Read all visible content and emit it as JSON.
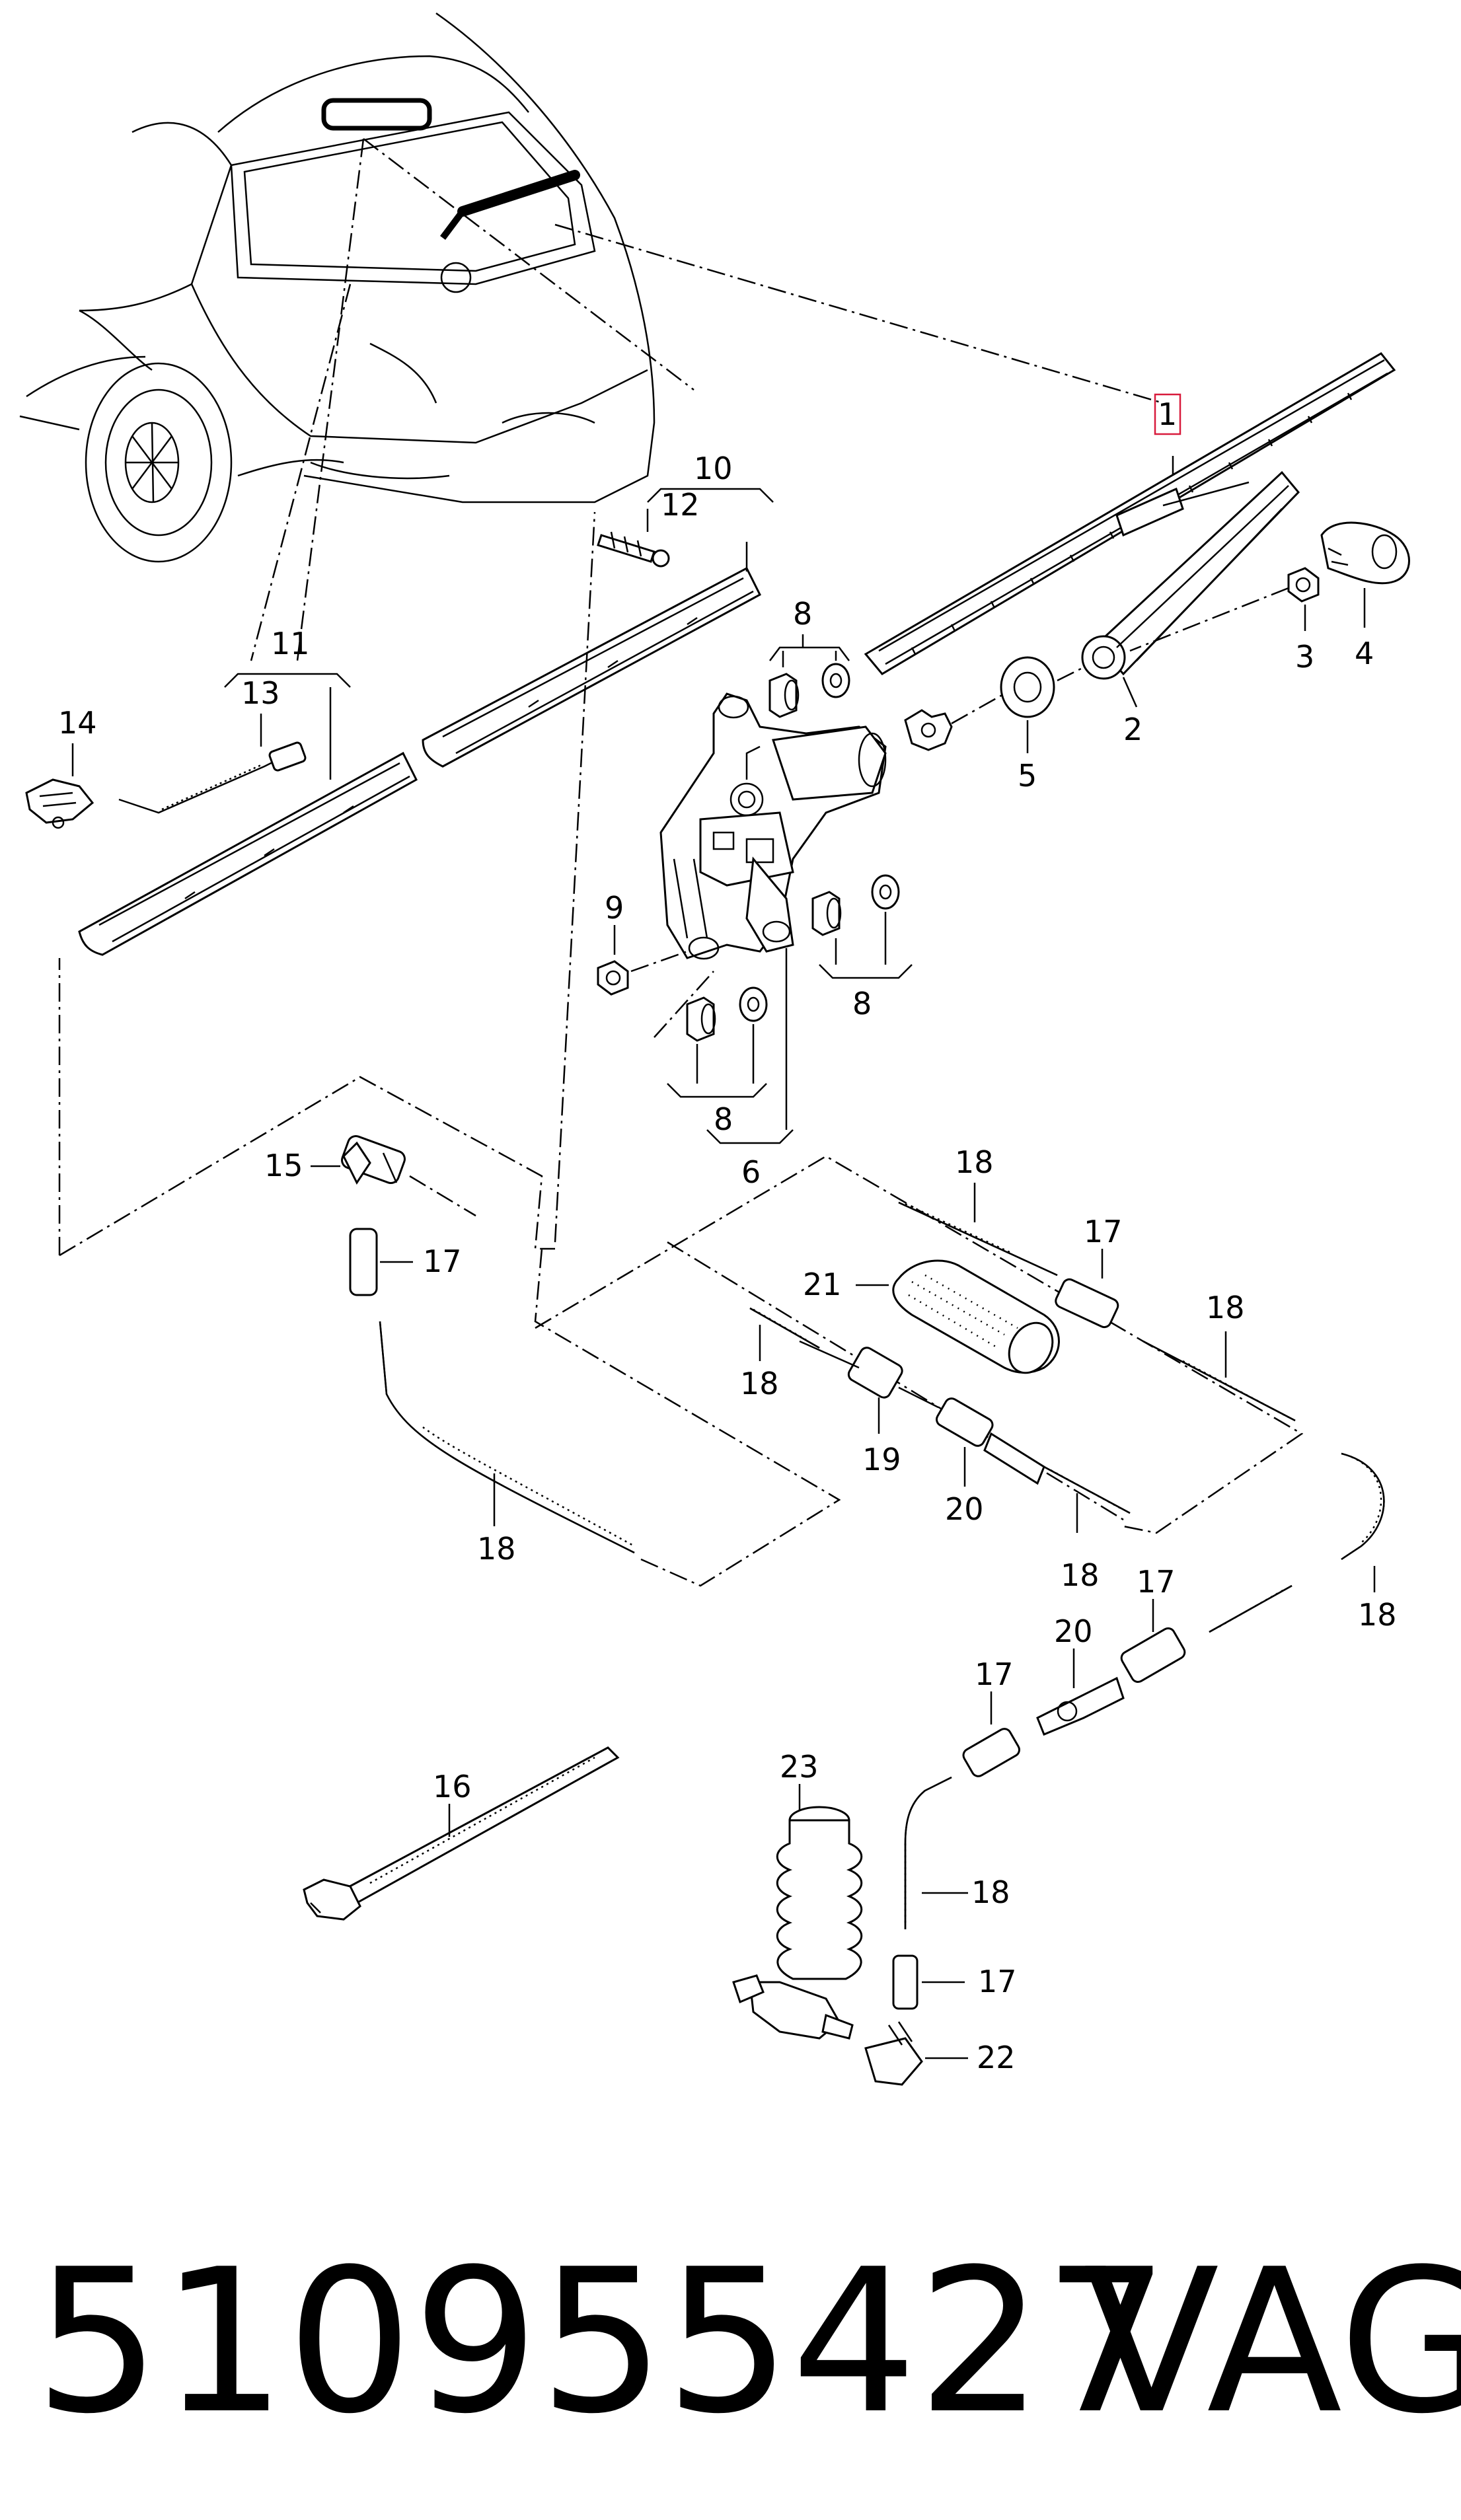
{
  "labels": {
    "p1": "1",
    "p2": "2",
    "p3": "3",
    "p4": "4",
    "p5": "5",
    "p6": "6",
    "p8a": "8",
    "p8b": "8",
    "p8c": "8",
    "p9": "9",
    "p10": "10",
    "p11": "11",
    "p12": "12",
    "p13": "13",
    "p14": "14",
    "p15": "15",
    "p16": "16",
    "p17a": "17",
    "p17b": "17",
    "p17c": "17",
    "p17d": "17",
    "p17e": "17",
    "p18a": "18",
    "p18b": "18",
    "p18c": "18",
    "p18d": "18",
    "p18e": "18",
    "p18f": "18",
    "p18g": "18",
    "p19": "19",
    "p20a": "20",
    "p20b": "20",
    "p21": "21",
    "p22": "22",
    "p23": "23"
  },
  "footer": {
    "part_number": "510955427",
    "brand": "VAG"
  },
  "colors": {
    "highlight": "#d81b3c",
    "ink": "#000000",
    "background": "#ffffff"
  }
}
